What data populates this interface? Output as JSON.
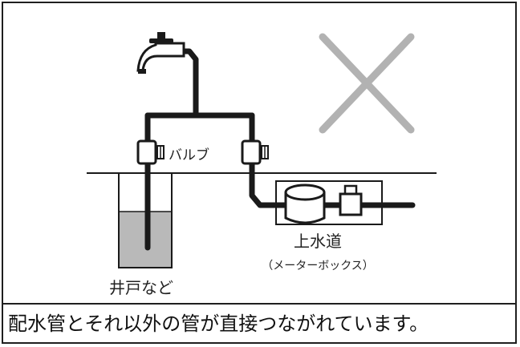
{
  "diagram": {
    "valve_label": "バルブ",
    "water_supply_label": "上水道",
    "meter_box_label": "（メーターボックス）",
    "well_label": "井戸など",
    "verdict_icon": "x-mark-icon",
    "colors": {
      "pipe": "#1a1a1a",
      "well_water": "#b9b9b9",
      "x_mark": "#b2b2b2",
      "frame": "#1f1f1f"
    }
  },
  "caption": {
    "text": "配水管とそれ以外の管が直接つながれています。"
  }
}
